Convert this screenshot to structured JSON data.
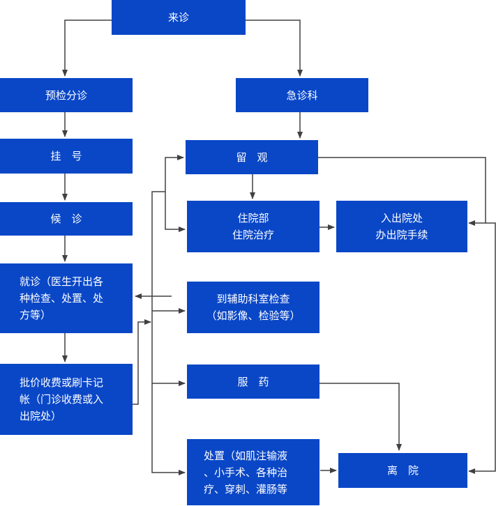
{
  "nodes": {
    "start": "来诊",
    "triage": "预检分诊",
    "emergency": "急诊科",
    "register": "挂　号",
    "observation": "留　观",
    "waiting": "候　诊",
    "inpatient": "住院部\n住院治疗",
    "admission": "入出院处\n办出院手续",
    "consultation": "就诊（医生开出各\n种检查、处置、处\n方等）",
    "auxiliary_exam": "到辅助科室检查\n（如影像、检验等）",
    "billing": "批价收费或刷卡记\n帐（门诊收费或入\n出院处）",
    "medication": "服　药",
    "treatment": "处置（如肌注输液\n、小手术、各种治\n疗、穿刺、灌肠等",
    "departure": "离　院"
  },
  "colors": {
    "box_fill": "#0a47c7",
    "box_text": "#ffffff",
    "line": "#404040"
  }
}
